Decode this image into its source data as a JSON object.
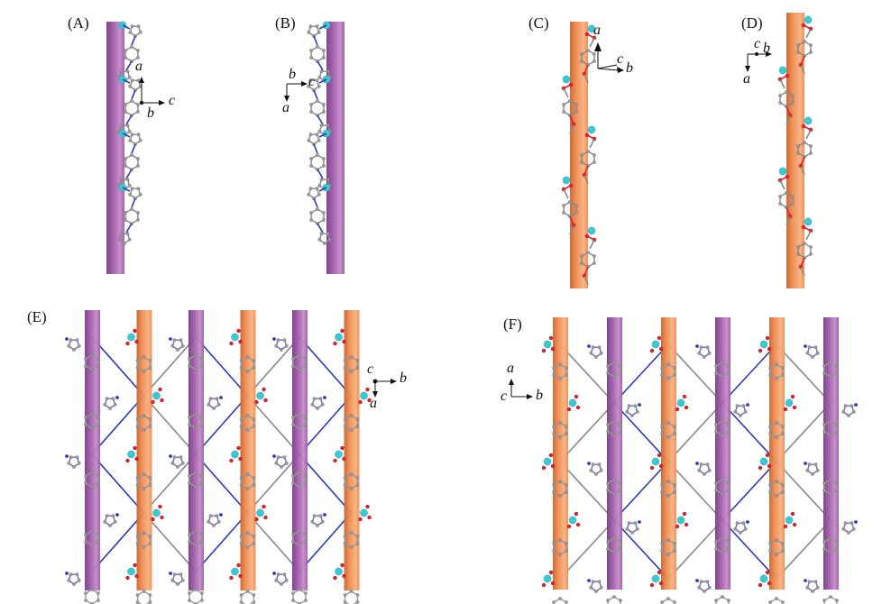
{
  "figure": {
    "panels": [
      {
        "id": "A",
        "label": "(A)",
        "rod": "purple",
        "axes": {
          "up": "a",
          "right": "c",
          "dot": "b"
        }
      },
      {
        "id": "B",
        "label": "(B)",
        "rod": "purple",
        "axes": {
          "down": "a",
          "right": "c",
          "dot": "b"
        }
      },
      {
        "id": "C",
        "label": "(C)",
        "rod": "orange",
        "axes": {
          "up": "a",
          "right1": "c",
          "right2": "b"
        }
      },
      {
        "id": "D",
        "label": "(D)",
        "rod": "orange",
        "axes": {
          "down": "a",
          "right1": "c",
          "right2": "b"
        }
      },
      {
        "id": "E",
        "label": "(E)",
        "rods": [
          "purple",
          "orange",
          "purple",
          "orange",
          "purple",
          "orange"
        ],
        "axes": {
          "down": "a",
          "right": "b",
          "dot": "c"
        }
      },
      {
        "id": "F",
        "label": "(F)",
        "rods": [
          "orange",
          "purple",
          "orange",
          "purple",
          "orange",
          "purple"
        ],
        "axes": {
          "up": "a",
          "right": "b",
          "dot": "c"
        }
      }
    ]
  },
  "colors": {
    "purple_rod": "#a05aa8",
    "orange_rod": "#f08c50",
    "metal_atom": "#3cc8d2",
    "oxygen": "#e0202a",
    "nitrogen": "#2838c0",
    "carbon": "#9a9a9a"
  }
}
